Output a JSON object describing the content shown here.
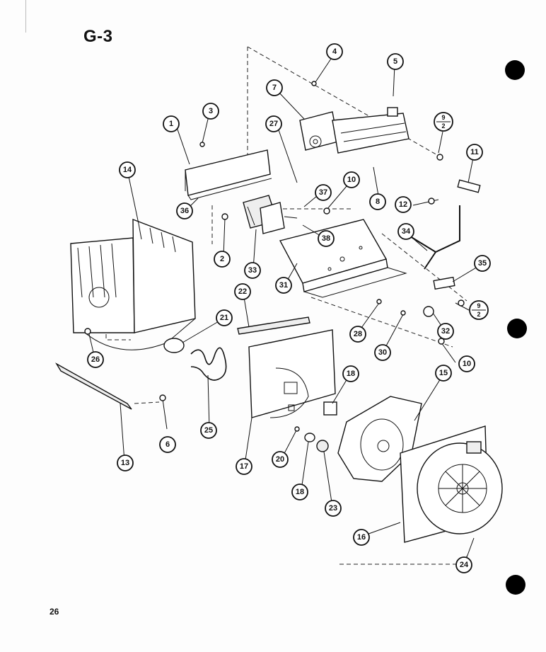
{
  "title": "G-3",
  "page_number": "26",
  "callouts": [
    {
      "label": "1"
    },
    {
      "label": "2"
    },
    {
      "label": "3"
    },
    {
      "label": "4"
    },
    {
      "label": "5"
    },
    {
      "label": "6"
    },
    {
      "label": "7"
    },
    {
      "label": "8"
    },
    {
      "label": "10"
    },
    {
      "label": "10"
    },
    {
      "label": "11"
    },
    {
      "label": "12"
    },
    {
      "label": "13"
    },
    {
      "label": "14"
    },
    {
      "label": "15"
    },
    {
      "label": "16"
    },
    {
      "label": "17"
    },
    {
      "label": "18"
    },
    {
      "label": "18"
    },
    {
      "label": "20"
    },
    {
      "label": "21"
    },
    {
      "label": "22"
    },
    {
      "label": "23"
    },
    {
      "label": "24"
    },
    {
      "label": "25"
    },
    {
      "label": "26"
    },
    {
      "label": "27"
    },
    {
      "label": "28"
    },
    {
      "label": "30"
    },
    {
      "label": "31"
    },
    {
      "label": "32"
    },
    {
      "label": "33"
    },
    {
      "label": "34"
    },
    {
      "label": "35"
    },
    {
      "label": "36"
    },
    {
      "label": "37"
    },
    {
      "label": "38"
    }
  ],
  "fraction_callouts": [
    {
      "top": "9",
      "bottom": "2"
    },
    {
      "top": "9",
      "bottom": "2"
    }
  ]
}
